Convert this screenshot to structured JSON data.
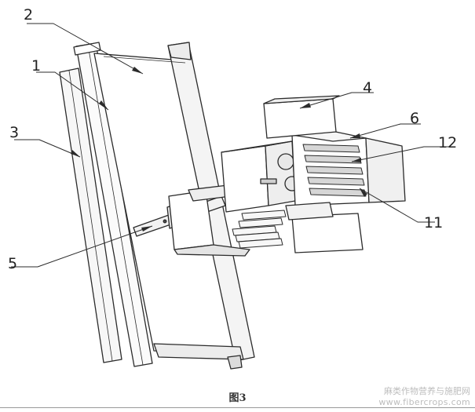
{
  "figure": {
    "caption": "图3",
    "labels": {
      "l1": "1",
      "l2": "2",
      "l3": "3",
      "l4": "4",
      "l5": "5",
      "l6": "6",
      "l11": "11",
      "l12": "12"
    }
  },
  "watermark": {
    "text": "麻类作物营养与施肥网",
    "url": "www.fibercrops.com"
  },
  "colors": {
    "line": "#2b2b2b",
    "panel_fill": "#ffffff",
    "shade_fill": "#d6d6d6",
    "watermark": "#bdbdbd"
  }
}
